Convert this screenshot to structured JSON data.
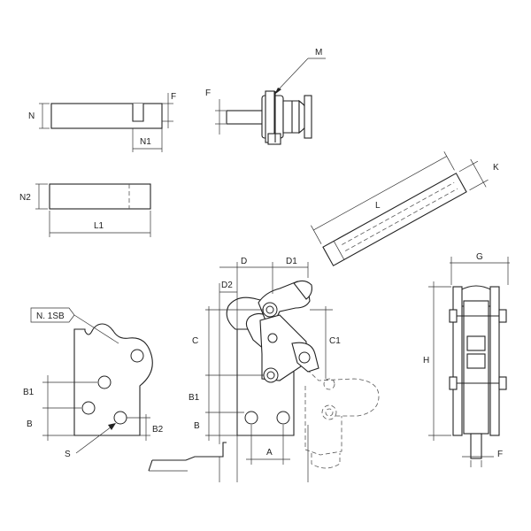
{
  "labels": {
    "N": "N",
    "F_top_left": "F",
    "N1": "N1",
    "F_top_mid": "F",
    "M": "M",
    "N2": "N2",
    "L1": "L1",
    "L": "L",
    "K": "K",
    "N1SB": "N. 1SB",
    "B1_left": "B1",
    "B_left": "B",
    "B2": "B2",
    "S": "S",
    "D": "D",
    "D1": "D1",
    "D2": "D2",
    "C": "C",
    "C1": "C1",
    "B1_mid": "B1",
    "B_mid": "B",
    "A": "A",
    "G": "G",
    "H": "H",
    "F_right": "F"
  }
}
